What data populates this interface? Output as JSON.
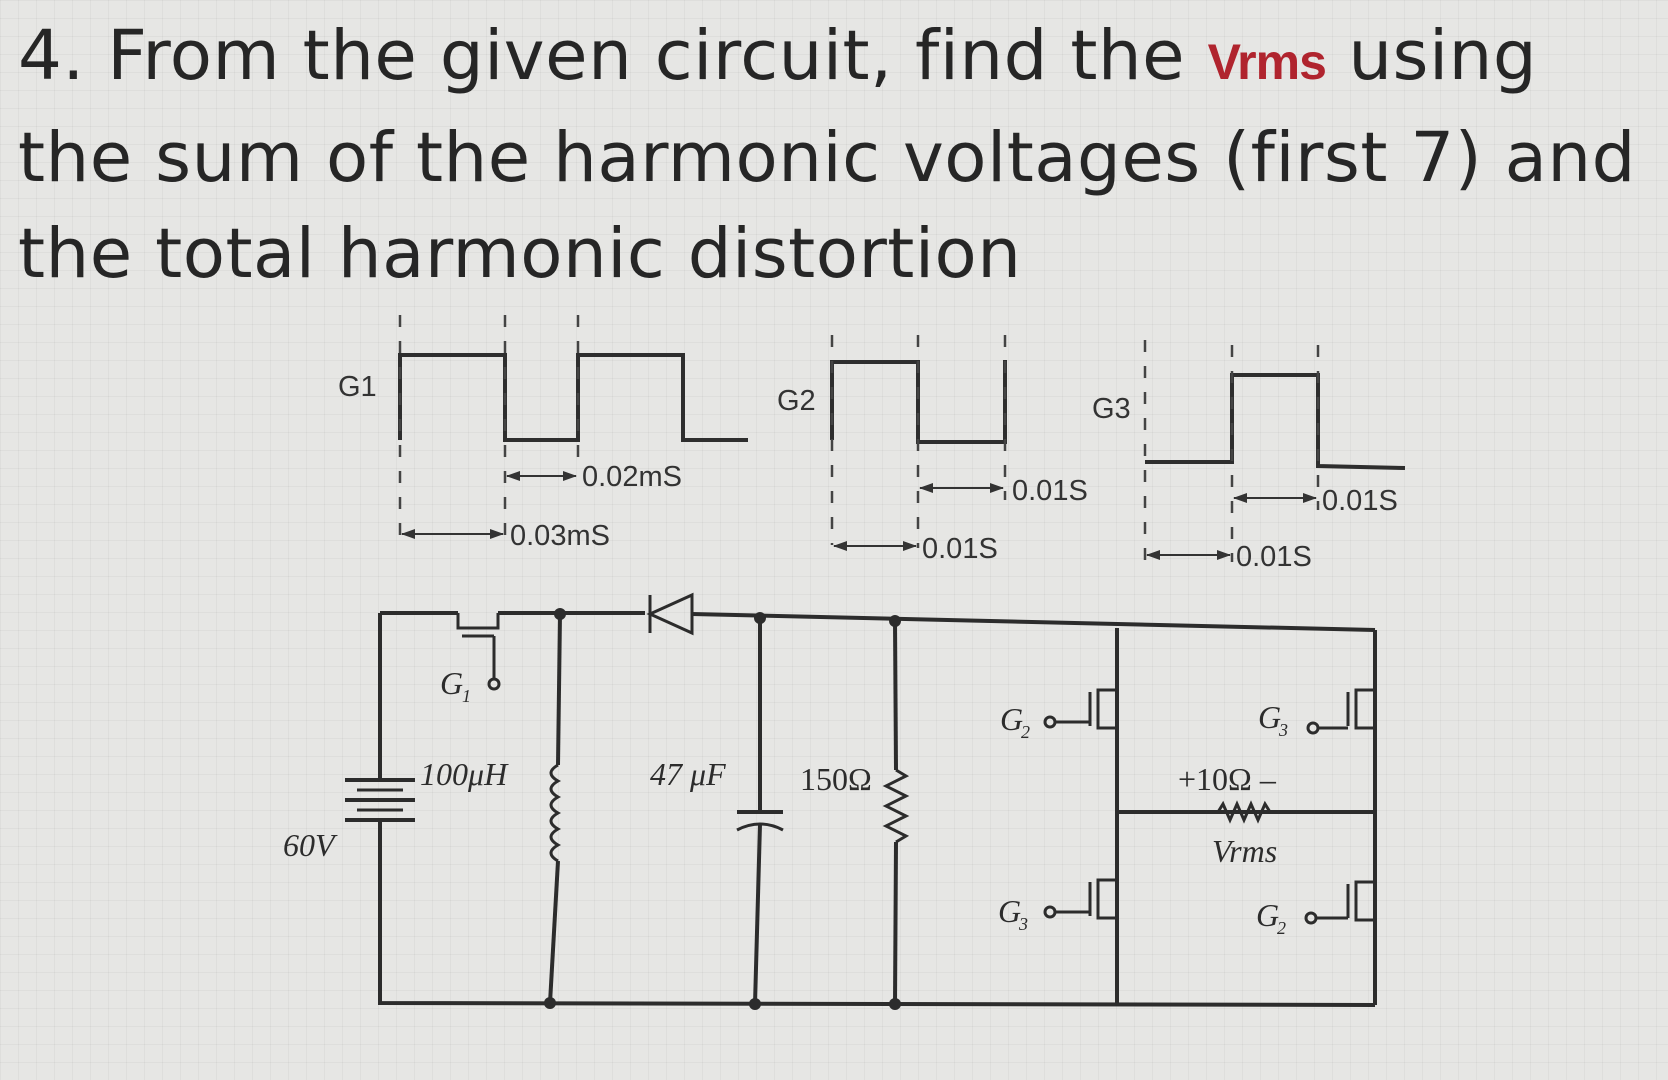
{
  "question": {
    "before": "4. From the given circuit, find the ",
    "highlight": "Vrms",
    "after": " using the sum of the harmonic voltages (first 7) and the total harmonic distortion"
  },
  "waveforms": {
    "g1": {
      "label": "G1",
      "pulse_width": "0.02mS",
      "period": "0.03mS"
    },
    "g2": {
      "label": "G2",
      "pulse_width": "0.01S",
      "period": "0.01S"
    },
    "g3": {
      "label": "G3",
      "pulse_width": "0.01S",
      "period": "0.01S"
    }
  },
  "circuit": {
    "source": "60V",
    "inductor": "100μH",
    "capacitor": "47 μF",
    "resistor": "150Ω",
    "load_resistor": "+10Ω –",
    "load_voltage": "Vrms",
    "gate_g1": "G",
    "gate_g1_sub": "1",
    "gate_g2_top": "G",
    "gate_g2_top_sub": "2",
    "gate_g3_bottom": "G",
    "gate_g3_bottom_sub": "3",
    "gate_g3_top": "G",
    "gate_g3_top_sub": "3",
    "gate_g2_bottom": "G",
    "gate_g2_bottom_sub": "2"
  },
  "colors": {
    "highlight": "#b0242e",
    "ink": "#2c2c2c",
    "background": "#e6e6e4"
  }
}
